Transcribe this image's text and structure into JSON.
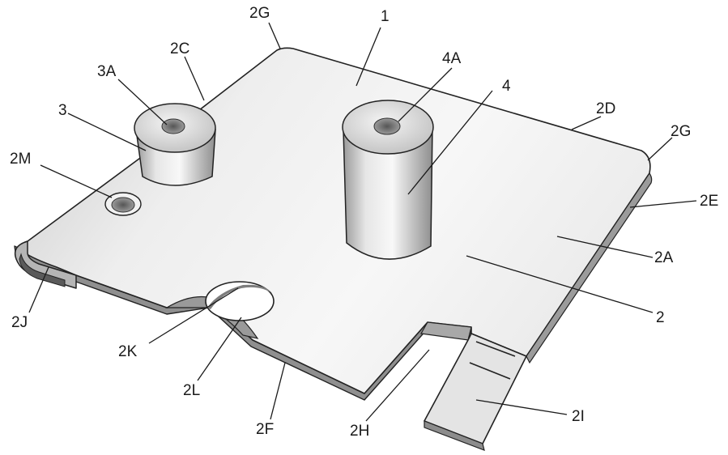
{
  "figure": {
    "labels": {
      "l1": "1",
      "l2": "2",
      "l2A": "2A",
      "l2C": "2C",
      "l2D": "2D",
      "l2E": "2E",
      "l2F": "2F",
      "l2G_top": "2G",
      "l2G_right": "2G",
      "l2H": "2H",
      "l2I": "2I",
      "l2J": "2J",
      "l2K": "2K",
      "l2L": "2L",
      "l2M": "2M",
      "l3": "3",
      "l3A": "3A",
      "l4": "4",
      "l4A": "4A"
    }
  }
}
